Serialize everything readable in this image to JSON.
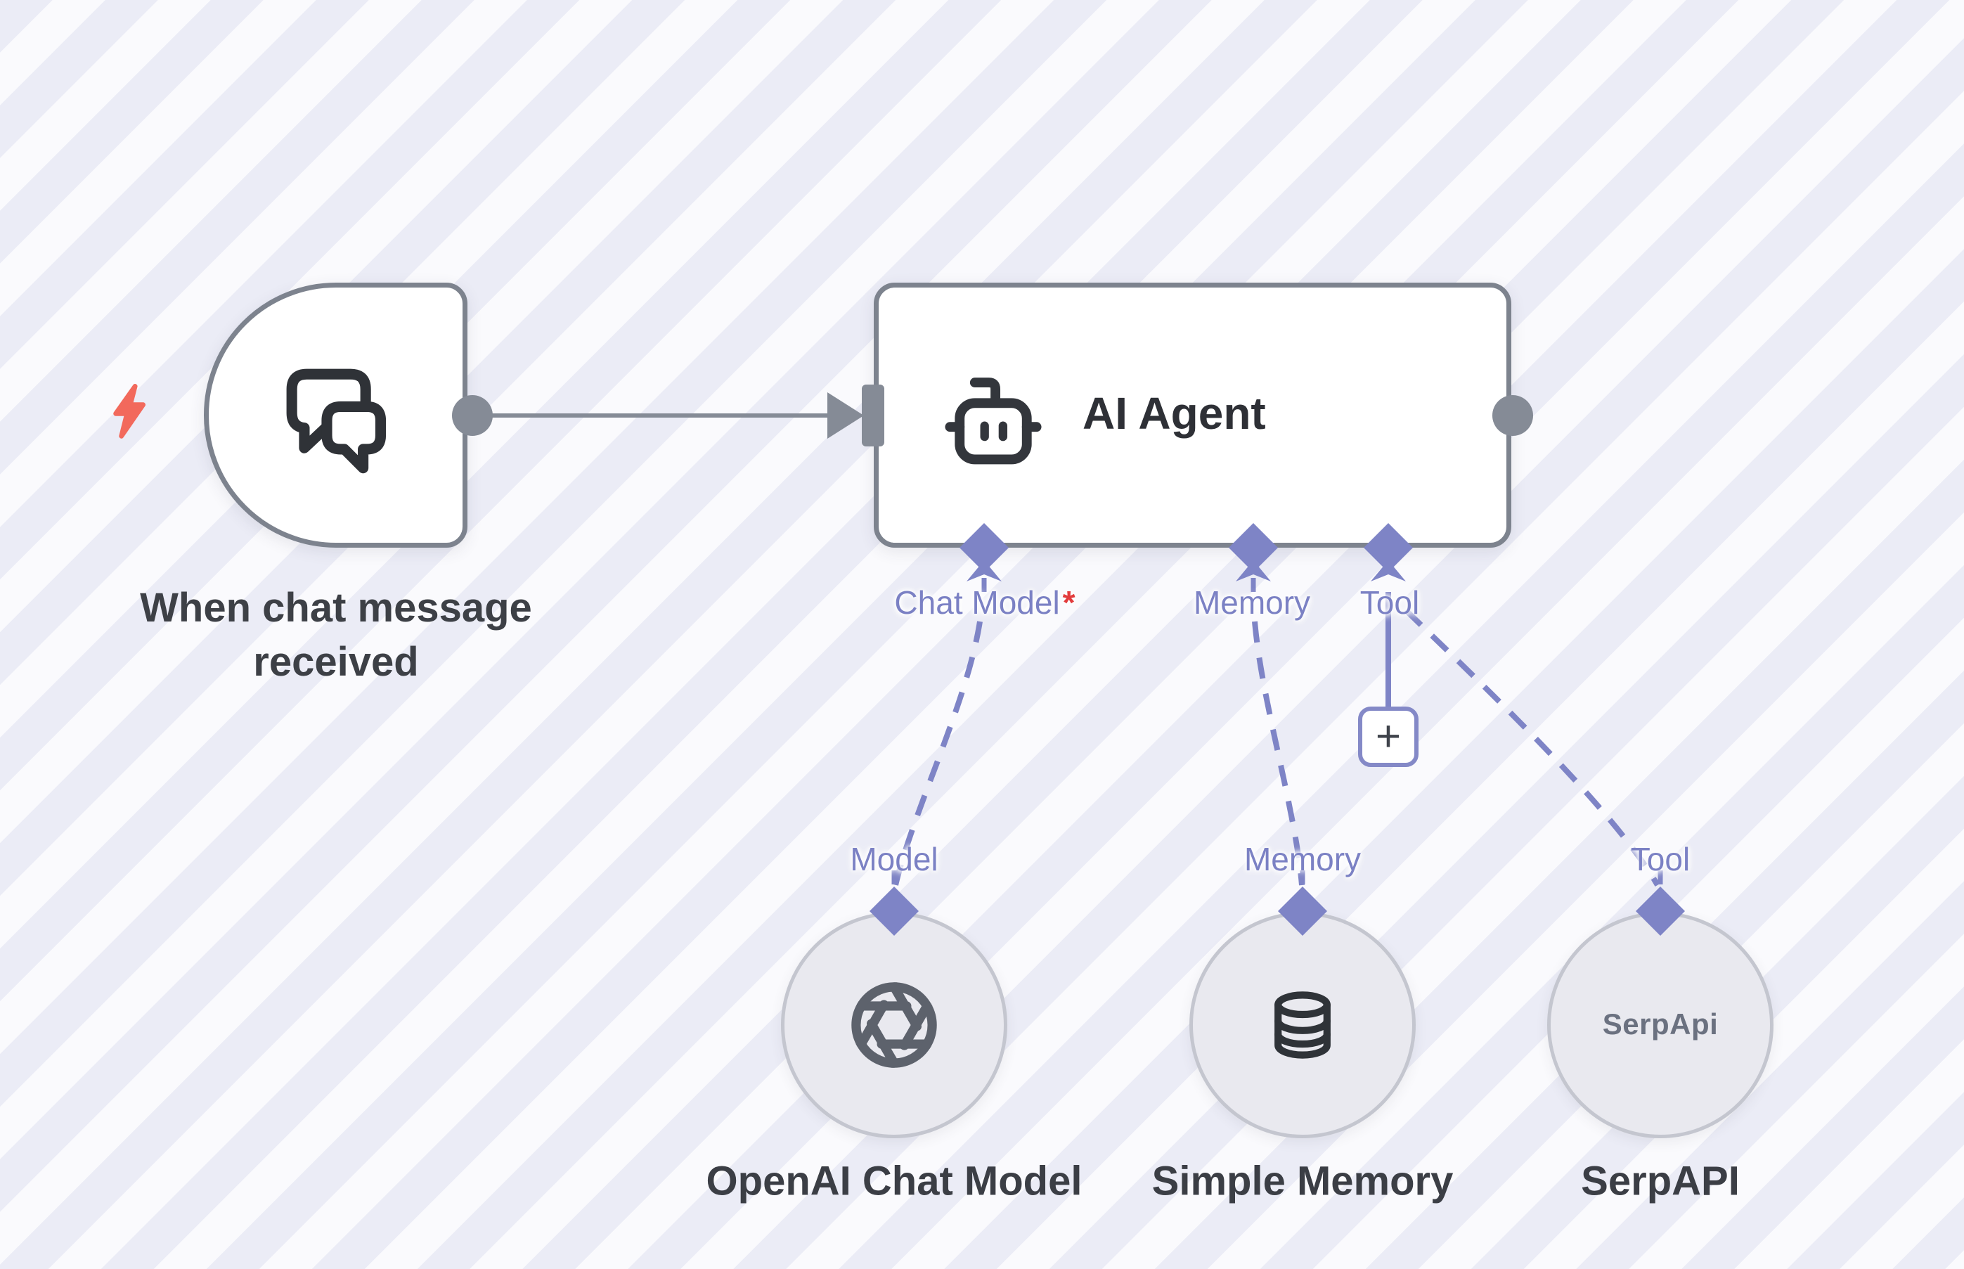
{
  "colors": {
    "stripe_light": "#fafafd",
    "stripe_dark": "#ebecf6",
    "node_border": "#7d838e",
    "node_fill": "#ffffff",
    "endpoint_gray": "#858b96",
    "accent_purple": "#7b81c4",
    "diamond_purple": "#7e84c6",
    "asterisk_red": "#e23b3c",
    "bolt_coral": "#f2695c",
    "icon_ink": "#2f3338",
    "title_ink": "#3b3e45",
    "circle_fill": "#e9e9ef",
    "circle_border": "#c4c6cf",
    "serpapi_text": "#6b7180"
  },
  "trigger_node": {
    "title": "When chat message received",
    "icon": "chat-bubbles-icon",
    "badge_icon": "lightning-icon"
  },
  "agent_node": {
    "title": "AI Agent",
    "icon": "robot-icon",
    "output_ports_bottom": [
      {
        "label": "Chat Model",
        "required_marker": "*"
      },
      {
        "label": "Memory",
        "required_marker": ""
      },
      {
        "label": "Tool",
        "required_marker": ""
      }
    ],
    "add_button_label": "+"
  },
  "sub_nodes": [
    {
      "port_label": "Model",
      "title": "OpenAI Chat Model",
      "icon": "openai-icon"
    },
    {
      "port_label": "Memory",
      "title": "Simple Memory",
      "icon": "database-icon"
    },
    {
      "port_label": "Tool",
      "title": "SerpAPI",
      "icon": "serpapi-wordmark",
      "inner_text": "SerpApi"
    }
  ]
}
